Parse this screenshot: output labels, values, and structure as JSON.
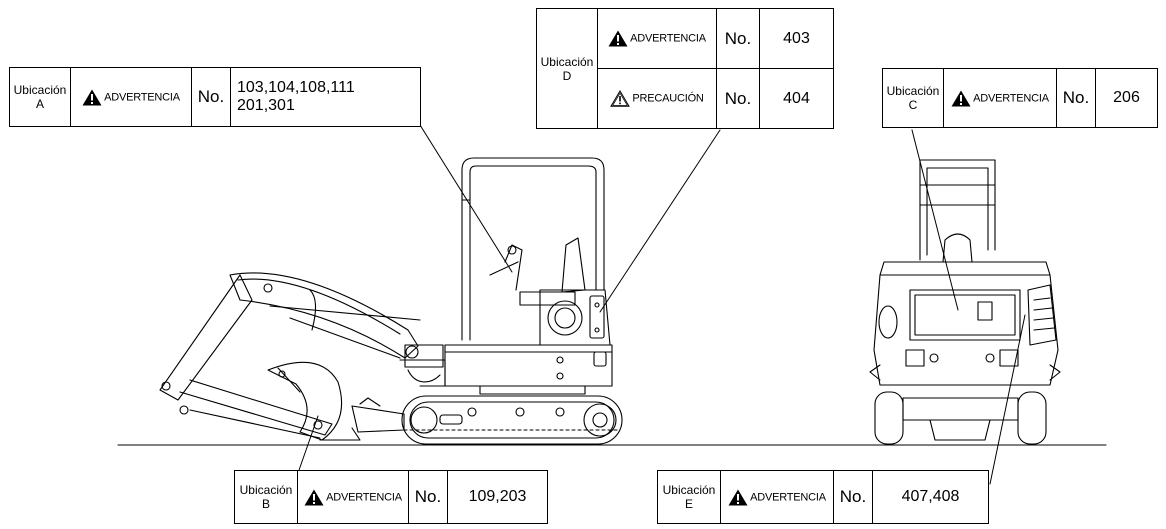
{
  "labels": {
    "A": {
      "location": "Ubicación",
      "letter": "A",
      "signal": "ADVERTENCIA",
      "no_label": "No.",
      "numbers_line1": "103,104,108,111",
      "numbers_line2": "201,301"
    },
    "B": {
      "location": "Ubicación",
      "letter": "B",
      "signal": "ADVERTENCIA",
      "no_label": "No.",
      "numbers": "109,203"
    },
    "C": {
      "location": "Ubicación",
      "letter": "C",
      "signal": "ADVERTENCIA",
      "no_label": "No.",
      "numbers": "206"
    },
    "D": {
      "location": "Ubicación",
      "letter": "D",
      "rows": [
        {
          "signal": "ADVERTENCIA",
          "icon": "warning-filled-icon",
          "no_label": "No.",
          "numbers": "403"
        },
        {
          "signal": "PRECAUCIÓN",
          "icon": "caution-outline-icon",
          "no_label": "No.",
          "numbers": "404"
        }
      ]
    },
    "E": {
      "location": "Ubicación",
      "letter": "E",
      "signal": "ADVERTENCIA",
      "no_label": "No.",
      "numbers": "407,408"
    }
  },
  "colors": {
    "line": "#000000",
    "background": "#ffffff"
  }
}
